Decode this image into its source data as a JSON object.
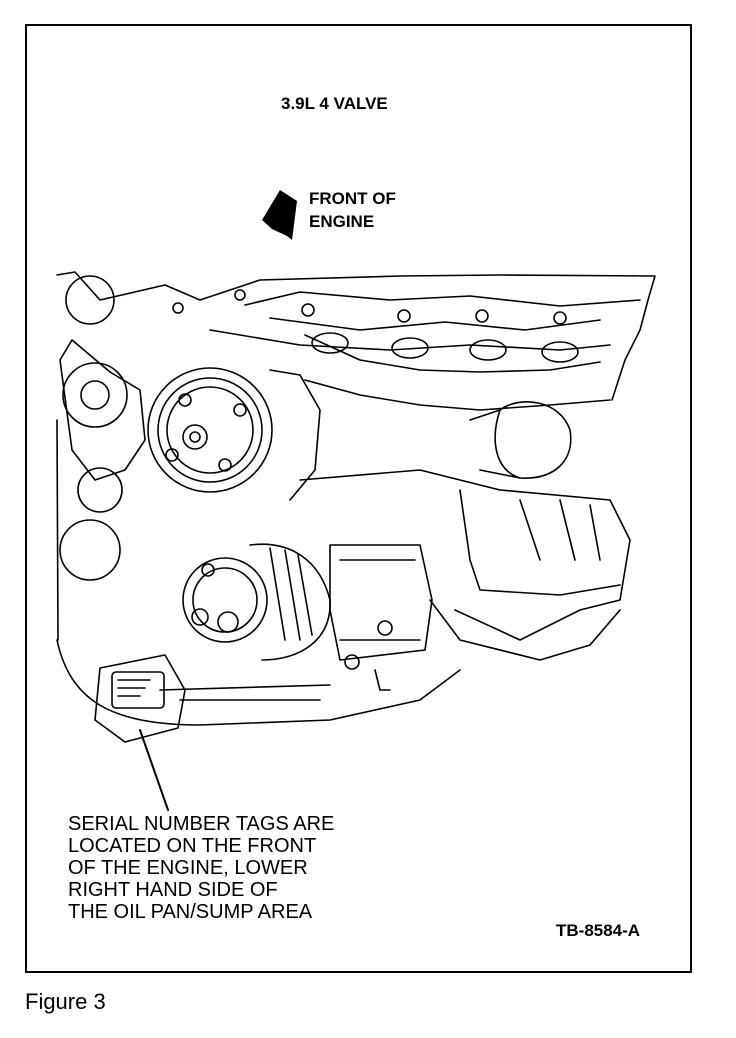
{
  "title": "3.9L 4 VALVE",
  "front_label": [
    "FRONT OF",
    "ENGINE"
  ],
  "caption_lines": [
    "SERIAL NUMBER TAGS ARE",
    "LOCATED ON THE FRONT",
    "OF THE ENGINE, LOWER",
    "RIGHT HAND SIDE OF",
    "THE OIL PAN/SUMP AREA"
  ],
  "ref_code": "TB-8584-A",
  "figure_label": "Figure 3",
  "icons": {
    "direction": "front-arrow-icon",
    "tag": "serial-tag-icon"
  },
  "colors": {
    "ink": "#000000",
    "paper": "#ffffff"
  }
}
